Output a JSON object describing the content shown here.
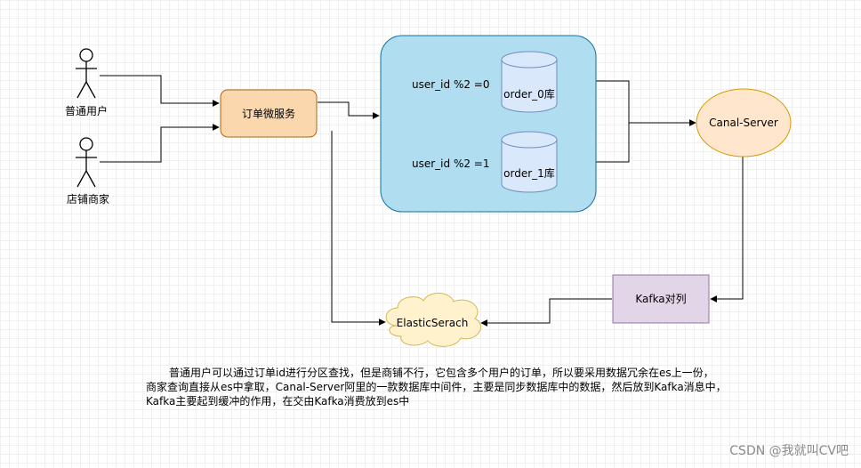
{
  "actors": {
    "user": "普通用户",
    "shop": "店铺商家"
  },
  "service": "订单微服务",
  "shard": {
    "rule0": "user_id %2 =0",
    "rule1": "user_id %2 =1",
    "db0": "order_0库",
    "db1": "order_1库"
  },
  "canal": "Canal-Server",
  "kafka": "Kafka对列",
  "es": "ElasticSerach",
  "description": {
    "line1": "普通用户可以通过订单id进行分区查找，但是商铺不行，它包含多个用户的订单，所以要采用数据冗余在es上一份，",
    "line2": "商家查询直接从es中拿取，Canal-Server阿里的一款数据库中间件，主要是同步数据库中的数据，然后放到Kafka消息中，",
    "line3": "Kafka主要起到缓冲的作用，在交由Kafka消费放到es中"
  },
  "watermark": "CSDN @我就叫CV吧",
  "colors": {
    "service_fill": "#fad7ac",
    "service_stroke": "#b46504",
    "shard_fill": "#b1ddf0",
    "shard_stroke": "#10739e",
    "db_fill": "#dae8fc",
    "db_stroke": "#6c8ebf",
    "canal_fill": "#ffe6cc",
    "canal_stroke": "#d79b00",
    "kafka_fill": "#e1d5e7",
    "kafka_stroke": "#9673a6",
    "es_fill": "#fff2cc",
    "es_stroke": "#d6b656"
  }
}
